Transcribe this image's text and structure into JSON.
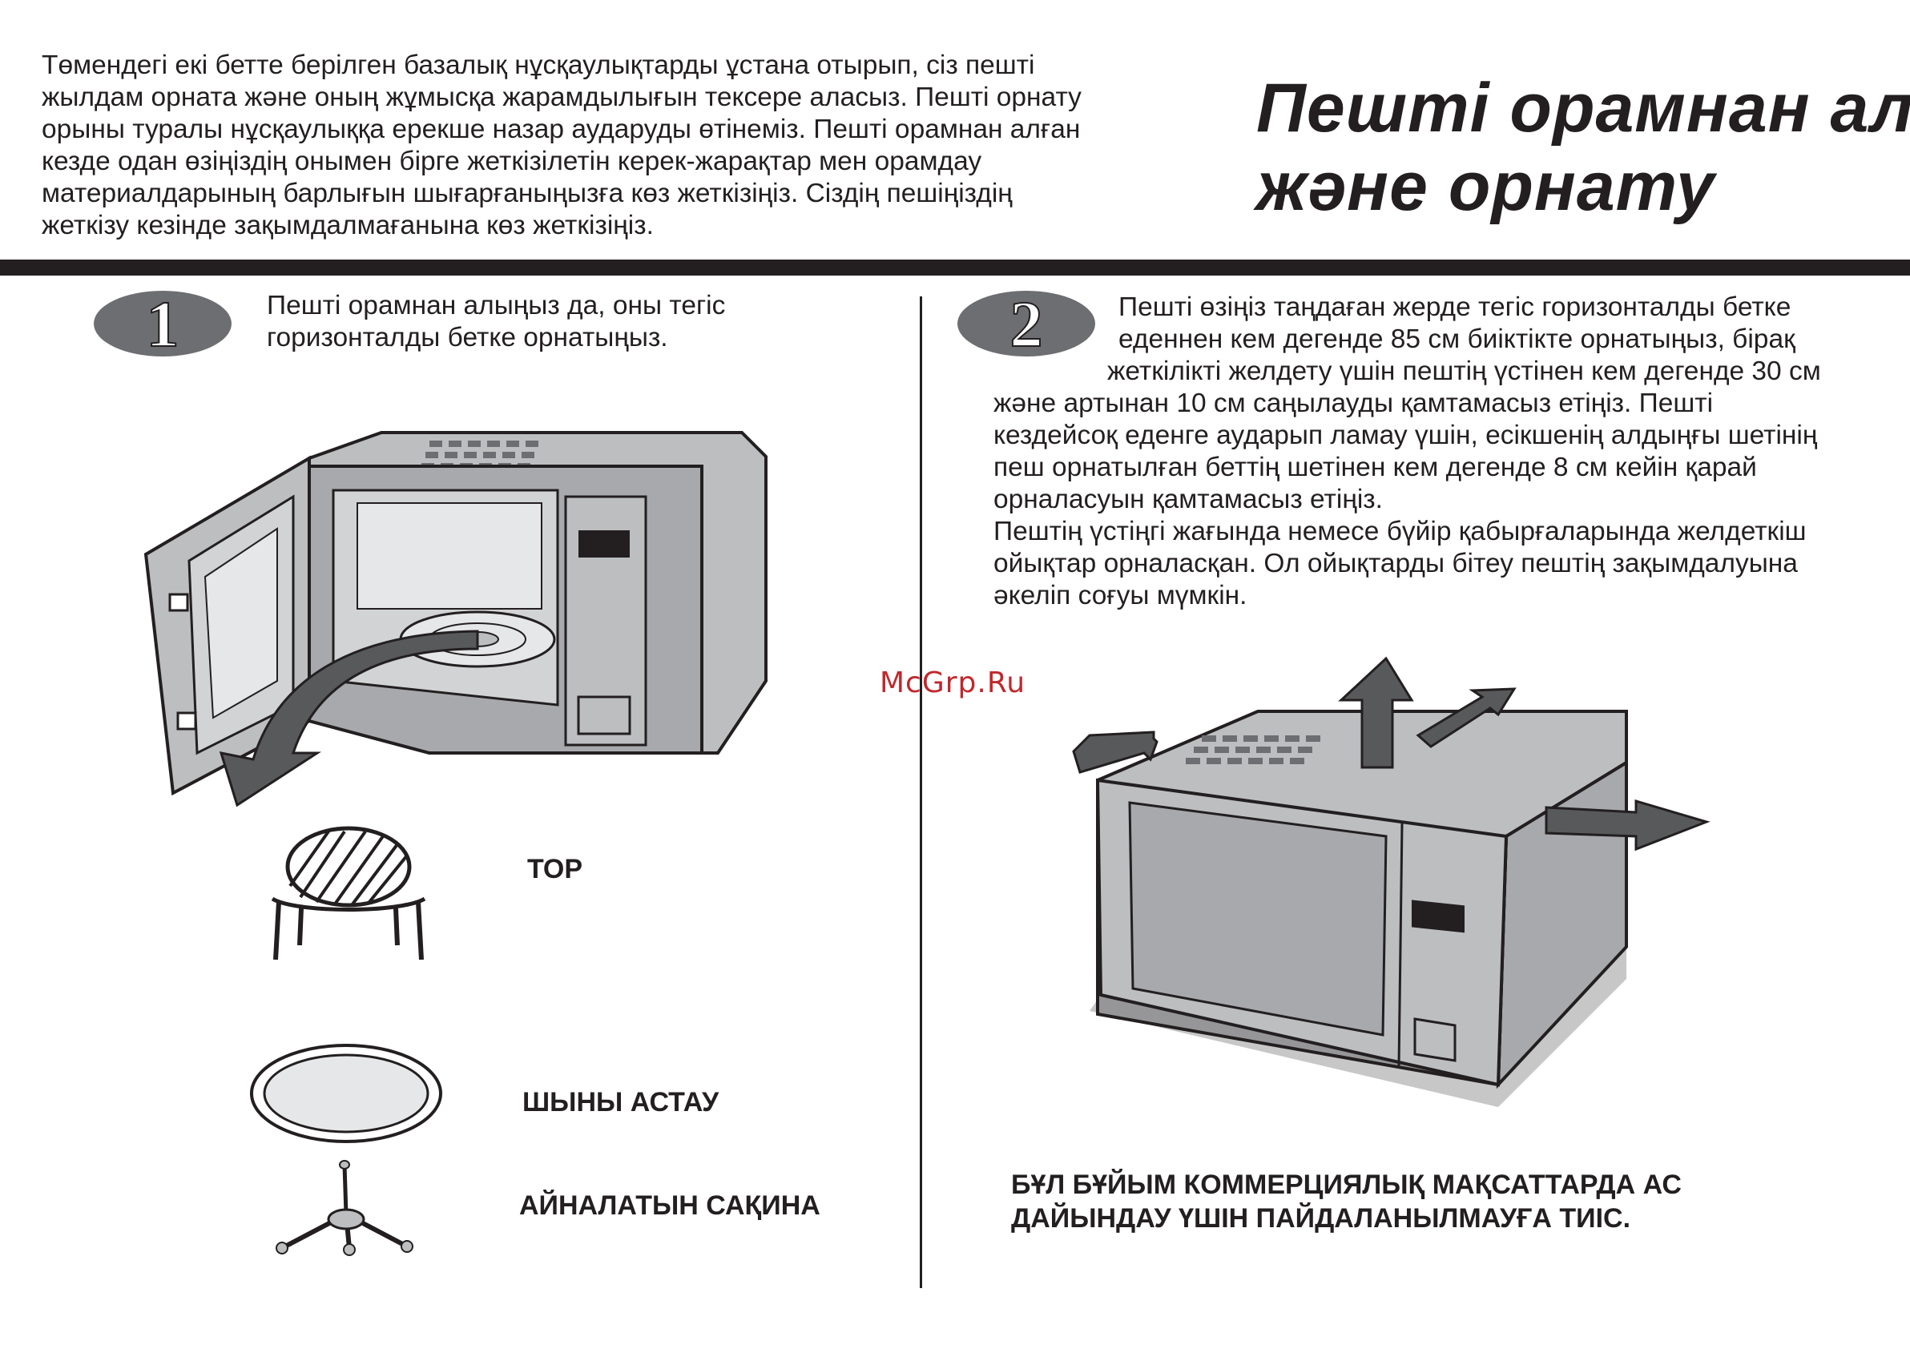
{
  "intro": {
    "lines": [
      "Төмендегі екі бетте берілген базалық нұсқаулықтарды ұстана отырып, сіз пешті",
      "жылдам орната және оның жұмысқа жарамдылығын тексере аласыз. Пешті орнату",
      "орыны туралы нұсқаулыққа ерекше назар аударуды өтінеміз. Пешті орамнан алған",
      "кезде одан өзіңіздің онымен бірге жеткізілетін керек-жарақтар мен орамдау",
      "материалдарының барлығын шығарғаныңызға көз жеткізіңіз. Сіздің пешіңіздің",
      "жеткізу кезінде зақымдалмағанына көз жеткізіңіз."
    ]
  },
  "title": {
    "line1": "Пешті орамнан алу",
    "line2": "және орнату"
  },
  "step1": {
    "number": "1",
    "lines": [
      "Пешті орамнан алыңыз да, оны тегіс",
      "горизонталды бетке орнатыңыз."
    ]
  },
  "step2": {
    "number": "2",
    "lines": [
      "Пешті өзіңіз таңдаған жерде тегіс горизонталды бетке",
      "еденнен кем дегенде 85 см биіктікте орнатыңыз, бірақ",
      "жеткілікті желдету үшін пештің үстінен кем дегенде 30 см",
      "және артынан 10 см саңылауды қамтамасыз етіңіз. Пешті",
      "кездейсоқ еденге аударып ламау үшін, есікшенің алдыңғы шетінің",
      "пеш орнатылған беттің шетінен кем дегенде 8 см кейін қарай",
      "орналасуын қамтамасыз етіңіз.",
      "Пештің үстіңгі жағында немесе бүйір қабырғаларында желдеткіш",
      "ойықтар орналасқан. Ол ойықтарды бітеу пештің зақымдалуына",
      "әкеліп соғуы мүмкін."
    ]
  },
  "accessories": {
    "rack": "ТОР",
    "tray": "ШЫНЫ АСТАУ",
    "ring": "АЙНАЛАТЫН САҚИНА"
  },
  "warning": {
    "line1": "БҰЛ БҰЙЫМ КОММЕРЦИЯЛЫҚ МАҚСАТТАРДА АС",
    "line2": "ДАЙЫНДАУ ҮШІН ПАЙДАЛАНЫЛМАУҒА ТИІС."
  },
  "watermark": "McGrp.Ru",
  "colors": {
    "ink": "#231f20",
    "badge": "#6d6e71",
    "oven_body": "#bcbec0",
    "oven_dark": "#939598",
    "arrow": "#58595b",
    "watermark": "#c0282d"
  }
}
